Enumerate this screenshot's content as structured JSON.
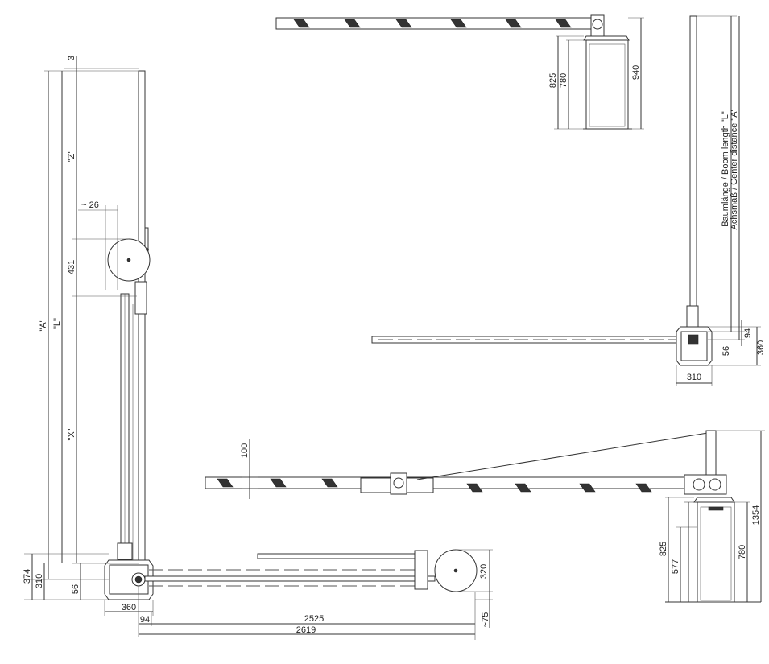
{
  "labels": {
    "A": "\"A\"",
    "L": "\"L\"",
    "Z": "\"Z\"",
    "X": "\"X\"",
    "boom_length": "Baumlänge / Boom length \"L\"",
    "center_distance": "Achsmaß / Center distance \"A\""
  },
  "dims": {
    "d3": "3",
    "d26": "~ 26",
    "d431": "431",
    "d374": "374",
    "d310_left": "310",
    "d56_left": "56",
    "d360_bottom": "360",
    "d94_bottom": "94",
    "d2525": "2525",
    "d2619": "2619",
    "d75": "~75",
    "d320": "320",
    "d825_top": "825",
    "d780_top": "780",
    "d940": "940",
    "d94_right": "94",
    "d56_right": "56",
    "d360_right": "360",
    "d310_right": "310",
    "d100": "100",
    "d825_br": "825",
    "d577": "577",
    "d780_br": "780",
    "d1354": "1354"
  }
}
